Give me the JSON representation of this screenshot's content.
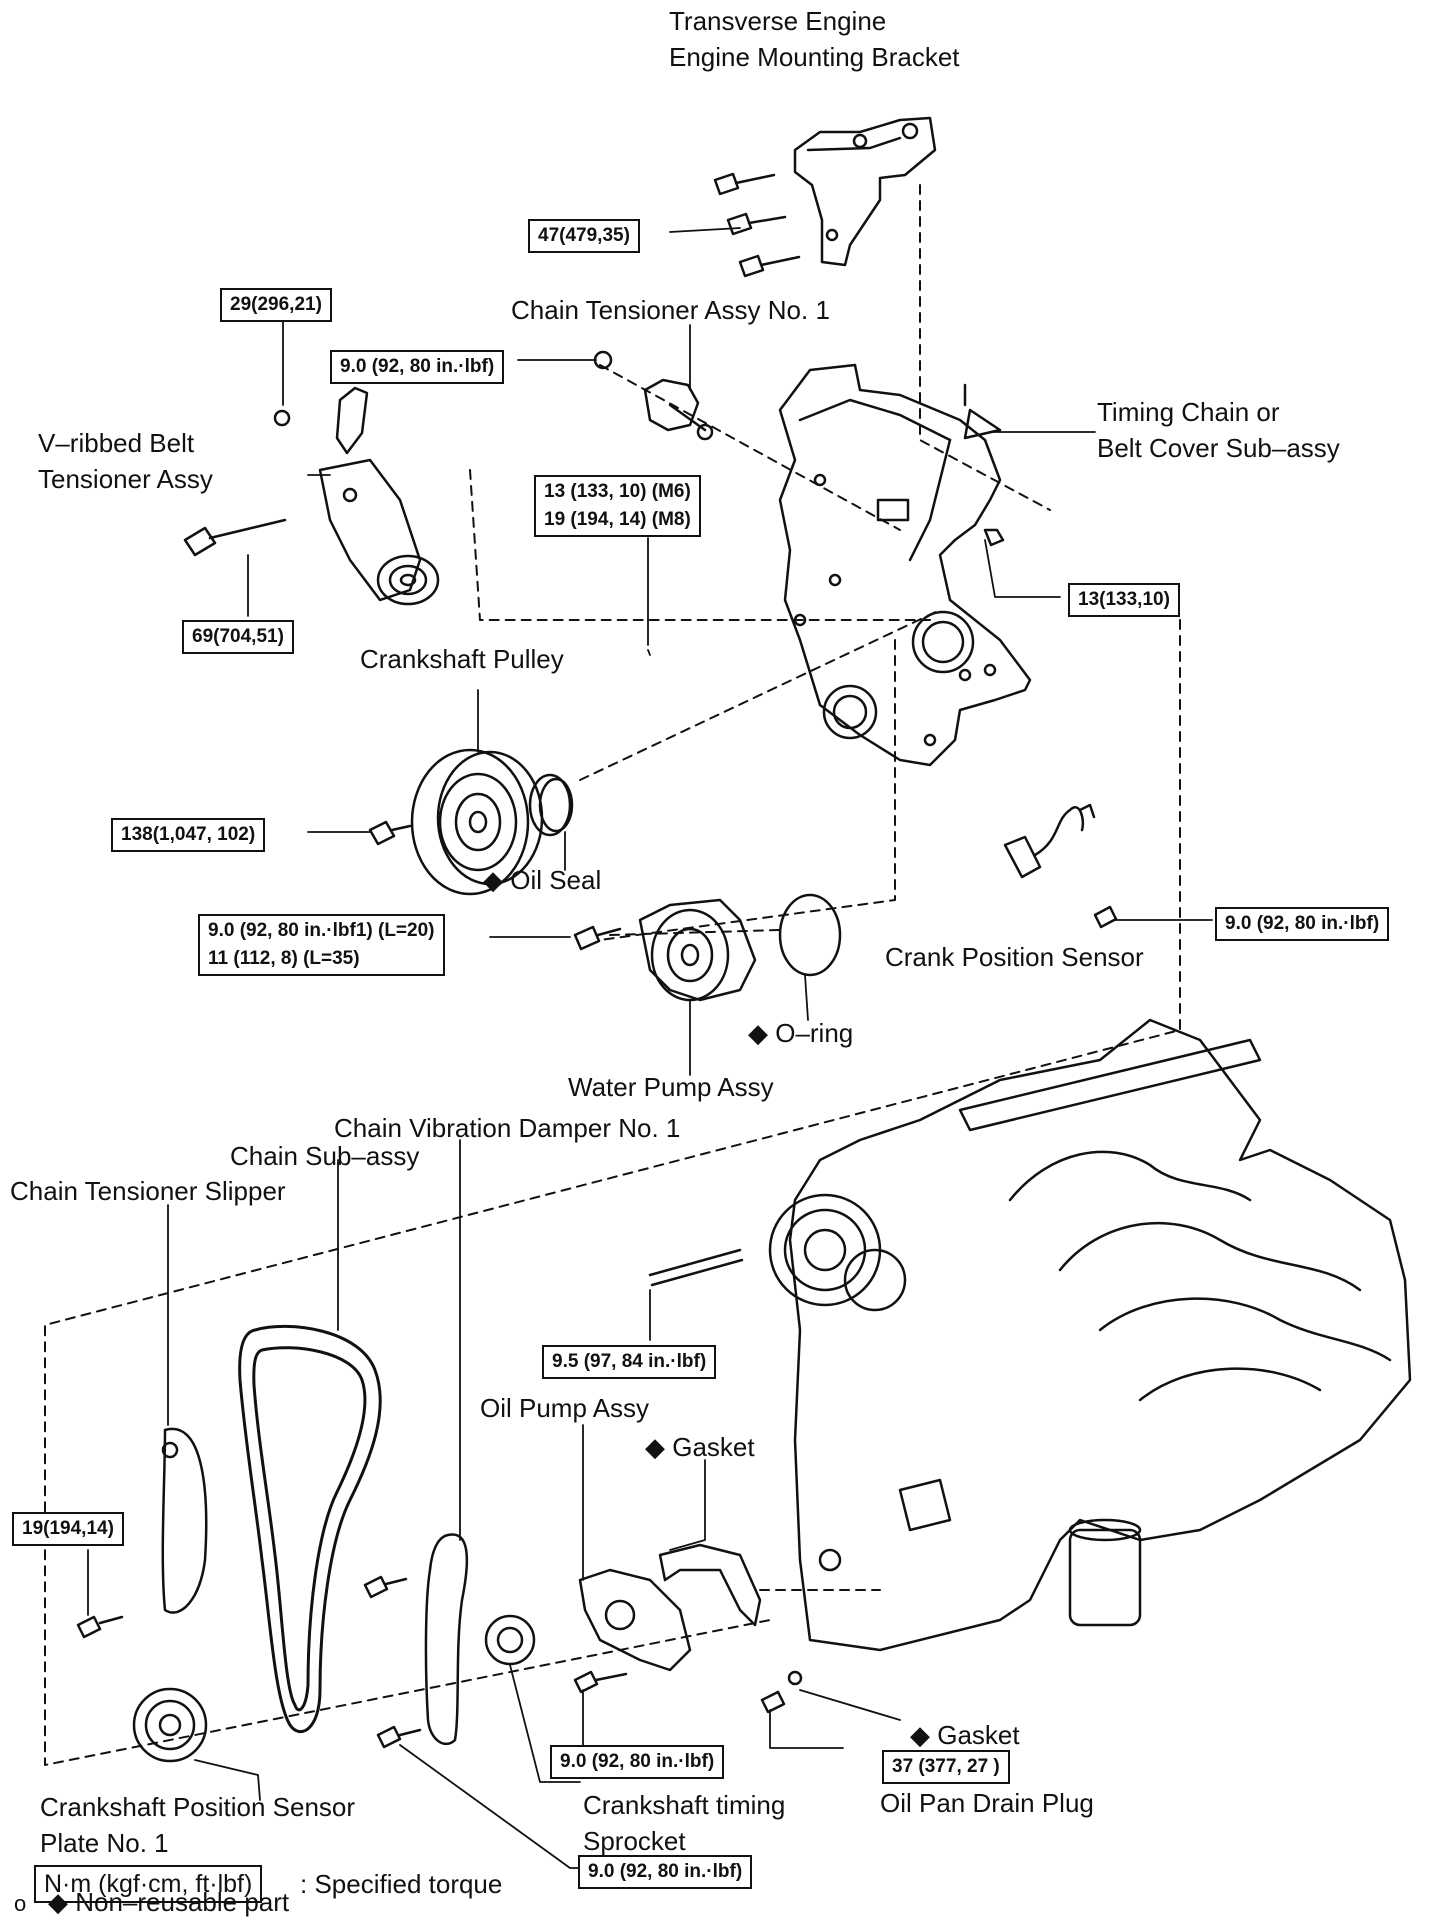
{
  "labels": {
    "transverse_engine": "Transverse Engine",
    "engine_mounting_bracket": "Engine Mounting Bracket",
    "chain_tensioner_assy": "Chain Tensioner Assy No. 1",
    "timing_cover_line1": "Timing Chain or",
    "timing_cover_line2": "Belt Cover Sub–assy",
    "belt_tensioner_line1": "V–ribbed Belt",
    "belt_tensioner_line2": "Tensioner Assy",
    "crankshaft_pulley": "Crankshaft Pulley",
    "oil_seal": "◆ Oil Seal",
    "crank_position_sensor": "Crank Position Sensor",
    "o_ring": "◆ O–ring",
    "water_pump": "Water Pump Assy",
    "chain_vibration_damper": "Chain Vibration Damper No. 1",
    "chain_sub_assy": "Chain Sub–assy",
    "chain_tensioner_slipper": "Chain Tensioner Slipper",
    "oil_pump": "Oil Pump Assy",
    "gasket_top": "◆ Gasket",
    "gasket_bottom": "◆ Gasket",
    "oil_pan_drain_plug": "Oil Pan Drain Plug",
    "crank_sensor_plate_line1": "Crankshaft Position Sensor",
    "crank_sensor_plate_line2": "Plate No. 1",
    "crank_timing_sprocket_line1": "Crankshaft timing",
    "crank_timing_sprocket_line2": "Sprocket"
  },
  "torques": {
    "mount_bracket": "47(479,35)",
    "belt_tensioner_nut": "29(296,21)",
    "chain_tensioner": "9.0 (92, 80 in.·lbf)",
    "cover_m6": "13 (133, 10) (M6)",
    "cover_m8": "19 (194, 14) (M8)",
    "cover_nut": "13(133,10)",
    "belt_tensioner_bolt": "69(704,51)",
    "crank_pulley_bolt": "138(1,047, 102)",
    "water_pump_l20": "9.0 (92, 80 in.·lbf1) (L=20)",
    "water_pump_l35": "11 (112, 8) (L=35)",
    "crank_sensor": "9.0 (92, 80 in.·lbf)",
    "stud": "9.5 (97, 84 in.·lbf)",
    "slipper": "19(194,14)",
    "oil_pump": "9.0 (92, 80 in.·lbf)",
    "drain_plug": "37 (377, 27 )",
    "damper": "9.0 (92, 80 in.·lbf)"
  },
  "legend": {
    "unit_box": "N·m (kgf·cm, ft·lbf)",
    "unit_text": ": Specified torque",
    "bullet": "o",
    "non_reusable": "◆ Non–reusable part"
  }
}
